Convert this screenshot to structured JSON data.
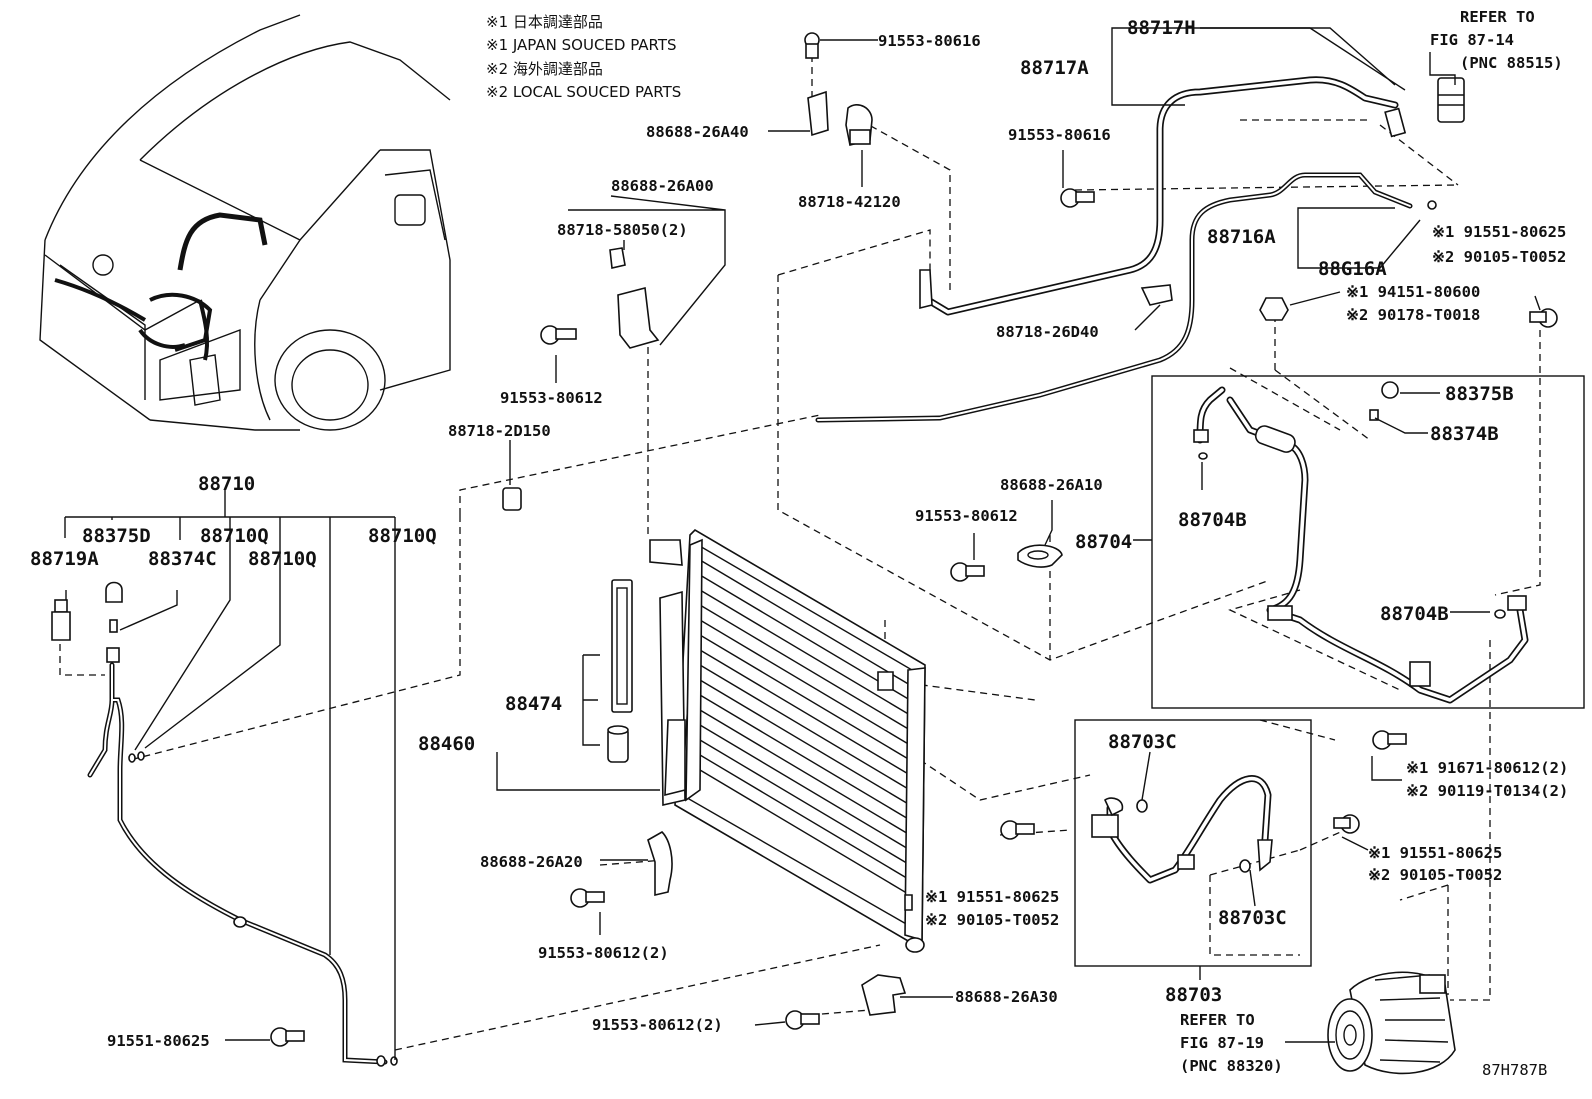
{
  "notes": [
    "※1 日本調達部品",
    "※1 JAPAN SOUCED PARTS",
    "※2 海外調達部品",
    "※2 LOCAL SOUCED PARTS"
  ],
  "labels": {
    "p91553_80616_top": "91553-80616",
    "p88717H": "88717H",
    "p88717A": "88717A",
    "p91553_80616_mid": "91553-80616",
    "p88688_26A40": "88688-26A40",
    "p88718_42120": "88718-42120",
    "p88688_26A00": "88688-26A00",
    "p88718_58050": "88718-58050(2)",
    "p91553_80612_a": "91553-80612",
    "p88716A": "88716A",
    "p88G16A": "88G16A",
    "p91551_80625_r1": "※1 91551-80625",
    "p90105_T0052_r1": "※2 90105-T0052",
    "p94151_80600": "※1 94151-80600",
    "p90178_T0018": "※2 90178-T0018",
    "p88718_26D40": "88718-26D40",
    "p88375B": "88375B",
    "p88374B": "88374B",
    "p88704B_a": "88704B",
    "p88704": "88704",
    "p88704B_b": "88704B",
    "p88718_2D150": "88718-2D150",
    "p88710": "88710",
    "p88375D": "88375D",
    "p88710Q_a": "88710Q",
    "p88710Q_b": "88710Q",
    "p88719A": "88719A",
    "p88374C": "88374C",
    "p88710Q_c": "88710Q",
    "p88688_26A10": "88688-26A10",
    "p91553_80612_b": "91553-80612",
    "p88474": "88474",
    "p88460": "88460",
    "p91671_80612": "※1 91671-80612(2)",
    "p90119_T0134": "※2 90119-T0134(2)",
    "p88703C_a": "88703C",
    "p88703C_b": "88703C",
    "p91551_80625_r2": "※1 91551-80625",
    "p90105_T0052_r2": "※2 90105-T0052",
    "p88688_26A20": "88688-26A20",
    "p91553_80612_2a": "91553-80612(2)",
    "p91551_80625_c": "※1 91551-80625",
    "p90105_T0052_c": "※2 90105-T0052",
    "p88703": "88703",
    "p88688_26A30": "88688-26A30",
    "p91553_80612_2b": "91553-80612(2)",
    "p91551_80625_bl": "91551-80625",
    "figcode": "87H787B"
  },
  "refs": {
    "top": [
      "REFER TO",
      "FIG 87-14",
      "(PNC 88515)"
    ],
    "bottom": [
      "REFER TO",
      "FIG 87-19",
      "(PNC 88320)"
    ]
  }
}
